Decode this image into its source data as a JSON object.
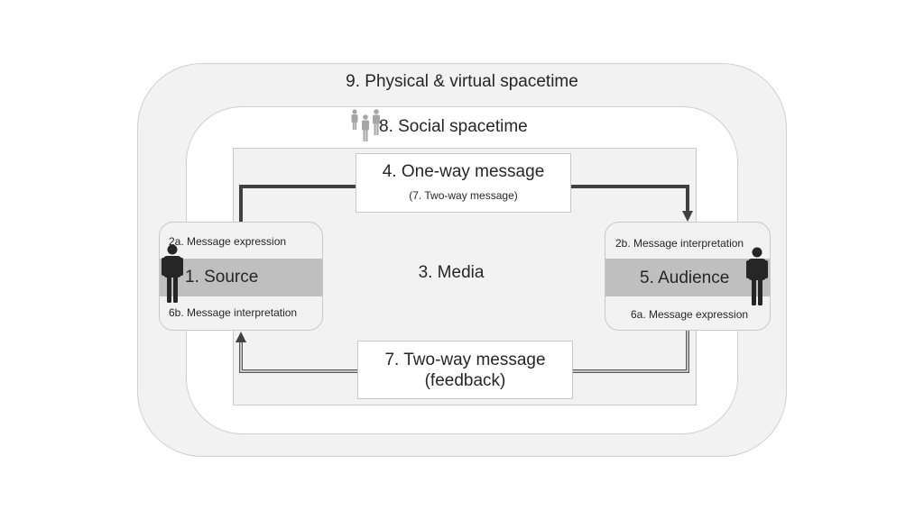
{
  "diagram": {
    "layers": {
      "physical": "9. Physical & virtual spacetime",
      "social": "8. Social spacetime",
      "media": "3. Media"
    },
    "messages": {
      "top": {
        "title": "4. One-way message",
        "subtitle": "(7. Two-way message)"
      },
      "bottom": {
        "line1": "7. Two-way message",
        "line2": "(feedback)"
      }
    },
    "source": {
      "top": "2a. Message expression",
      "name": "1. Source",
      "bottom": "6b. Message interpretation"
    },
    "audience": {
      "top": "2b. Message interpretation",
      "name": "5. Audience",
      "bottom": "6a. Message expression"
    },
    "colors": {
      "outer_fill": "#f2f2f2",
      "band": "#bfbfbf",
      "arrow": "#404040",
      "icon_dark": "#262626",
      "icon_group": "#a6a6a6"
    }
  }
}
